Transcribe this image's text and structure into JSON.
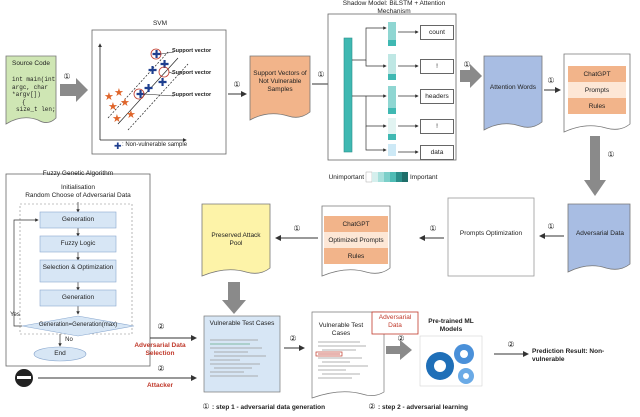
{
  "source_code": {
    "title": "Source Code",
    "lines": [
      "int main(int",
      "argc, char",
      "*argv[])",
      "{",
      "size_t len;"
    ]
  },
  "svm": {
    "title": "SVM",
    "support_vector_labels": [
      "Support vector",
      "Support vector",
      "Support vector"
    ],
    "legend": ": Non-vulnerable sample"
  },
  "support_vectors_doc": {
    "text": "Support Vectors of Not Vulnerable Samples"
  },
  "shadow_model": {
    "title": "Shadow Model: BiLSTM + Attention Mechanism",
    "tokens": [
      "count",
      "!",
      "headers",
      "!",
      "data"
    ],
    "scale_left": "Unimportant",
    "scale_right": "Important"
  },
  "attention_words": {
    "text": "Attention Words"
  },
  "llm_doc_top": {
    "items": [
      "ChatGPT",
      "Prompts",
      "Rules"
    ]
  },
  "adversarial_data_doc": {
    "text": "Adversarial Data"
  },
  "prompts_optimization": {
    "text": "Prompts Optimization"
  },
  "llm_doc_mid": {
    "items": [
      "ChatGPT",
      "Optimized Prompts",
      "Rules"
    ]
  },
  "preserved_pool": {
    "text": "Preserved Attack Pool"
  },
  "fuzzy_ga": {
    "title": "Fuzzy Genetic Algorithm",
    "init": "Initialisation",
    "init2": "Random Choose of Adversarial Data",
    "steps": [
      "Generation",
      "Fuzzy Logic",
      "Selection & Optimization",
      "Generation",
      "Generation=Generation(max)"
    ],
    "yes": "Yes",
    "no": "No",
    "end": "End"
  },
  "vulnerable_test_cases_1": {
    "text": "Vulnerable Test Cases"
  },
  "vulnerable_test_cases_2": {
    "text": "Vulnerable Test Cases",
    "overlay": "Adversarial Data"
  },
  "adversarial_selection": {
    "text": "Adversarial Data Selection"
  },
  "attacker": {
    "text": "Attacker"
  },
  "pretrained": {
    "text": "Pre-trained ML Models"
  },
  "prediction": {
    "text": "Prediction Result: Non-vulnerable"
  },
  "step_marks": {
    "one": "①",
    "two": "②"
  },
  "legend": {
    "step1": ": step 1 - adversarial data generation",
    "step2": ": step 2 - adversarial learning"
  },
  "colors": {
    "green": "#cfe6b4",
    "orange": "#f2b48a",
    "blue": "#a8bde3",
    "arrow": "#8a8a8a",
    "teal": "#3fb8b2",
    "lightblue": "#d7e6f5",
    "red": "#c0392b",
    "navy": "#1f3f8f"
  }
}
